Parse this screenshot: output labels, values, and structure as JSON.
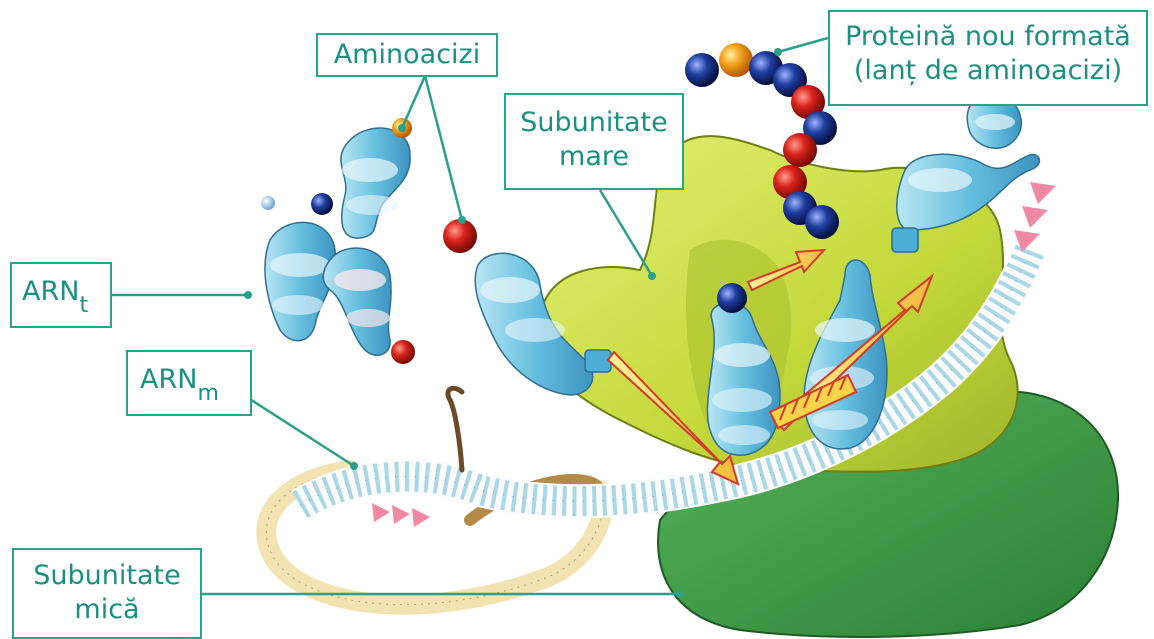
{
  "labels": {
    "aminoacizi": "Aminoacizi",
    "proteina_line1": "Proteină nou formată",
    "proteina_line2": "(lanț de aminoacizi)",
    "subunitate_mare_line1": "Subunitate",
    "subunitate_mare_line2": "mare",
    "arnt_main": "ARN",
    "arnt_sub": "t",
    "arnm_main": "ARN",
    "arnm_sub": "m",
    "subunitate_mica_line1": "Subunitate",
    "subunitate_mica_line2": "mică"
  },
  "colors": {
    "label_border": "#27a48a",
    "label_text": "#1a8f82",
    "leader_line": "#2aa08a",
    "large_subunit": "#c8dc3c",
    "small_subunit": "#3e9f45",
    "trna": "#8fd0e6",
    "amino_acid_red": "#d8231c",
    "amino_acid_blue": "#1f3fa0",
    "amino_acid_yellow": "#f3a21d",
    "arrow": "#f6e04c"
  }
}
